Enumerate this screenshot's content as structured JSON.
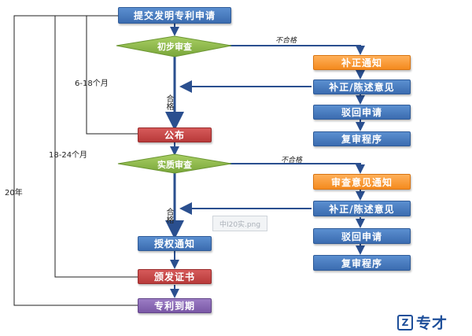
{
  "flow": {
    "submit": "提交发明专利申请",
    "prelim_exam": "初步审查",
    "correction_notice": "补正通知",
    "correction_statement_1": "补正/陈述意见",
    "rejection_1": "驳回申请",
    "reexam_1": "复审程序",
    "publish": "公布",
    "substantive_exam": "实质审查",
    "exam_opinion_notice": "审查意见通知",
    "correction_statement_2": "补正/陈述意见",
    "rejection_2": "驳回申请",
    "reexam_2": "复审程序",
    "grant_notice": "授权通知",
    "issue_certificate": "颁发证书",
    "patent_expiry": "专利到期"
  },
  "labels": {
    "fail_1": "不合格",
    "fail_2": "不合格",
    "pass_1": "合格",
    "pass_2": "合格",
    "months_6_18": "6-18个月",
    "months_18_24": "18-24个月",
    "years_20": "20年"
  },
  "watermark": "中I20实.png",
  "logo": {
    "mark": "Z",
    "text": "专才"
  },
  "colors": {
    "blue": "#4a7dc4",
    "orange": "#f79a34",
    "red": "#c0504d",
    "purple": "#8064a2",
    "green": "#8db84a",
    "arrow": "#2a4f8f"
  }
}
